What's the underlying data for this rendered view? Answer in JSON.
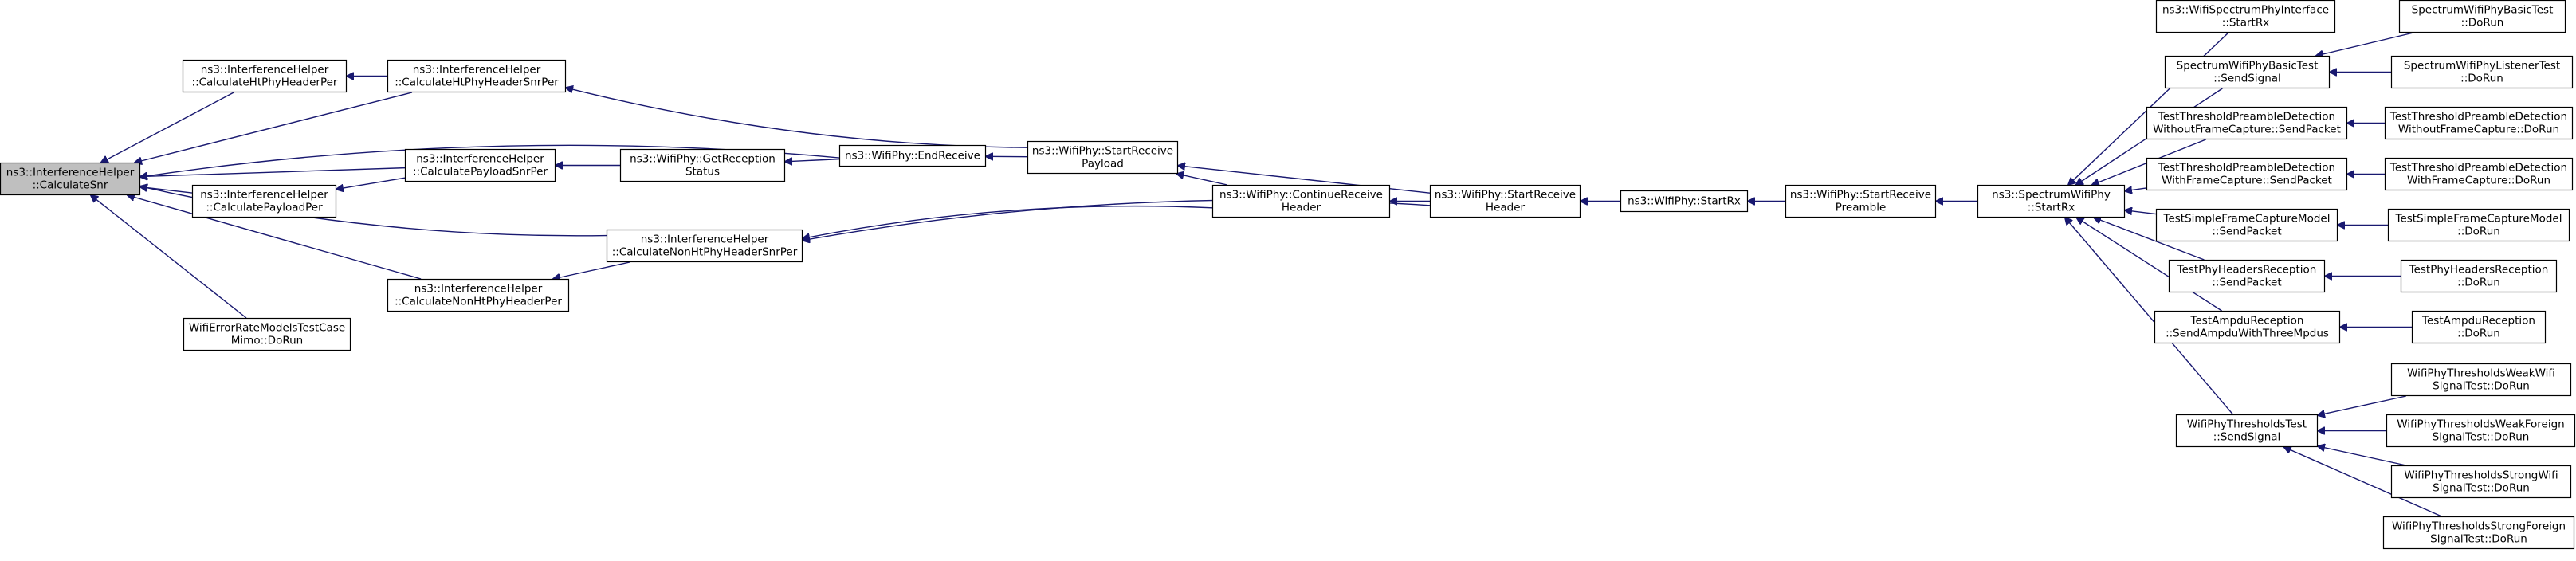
{
  "graph": {
    "title": "",
    "nodes": [
      {
        "id": "calc_snr",
        "lines": [
          "ns3::InterferenceHelper",
          "::CalculateSnr"
        ],
        "root": true
      },
      {
        "id": "calc_ht_phy_header_per",
        "lines": [
          "ns3::InterferenceHelper",
          "::CalculateHtPhyHeaderPer"
        ]
      },
      {
        "id": "calc_ht_phy_header_snr_per",
        "lines": [
          "ns3::InterferenceHelper",
          "::CalculateHtPhyHeaderSnrPer"
        ]
      },
      {
        "id": "calc_payload_snr_per",
        "lines": [
          "ns3::InterferenceHelper",
          "::CalculatePayloadSnrPer"
        ]
      },
      {
        "id": "calc_payload_per",
        "lines": [
          "ns3::InterferenceHelper",
          "::CalculatePayloadPer"
        ]
      },
      {
        "id": "get_reception_status",
        "lines": [
          "ns3::WifiPhy::GetReception",
          "Status"
        ]
      },
      {
        "id": "end_receive",
        "lines": [
          "ns3::WifiPhy::EndReceive"
        ]
      },
      {
        "id": "start_receive_payload",
        "lines": [
          "ns3::WifiPhy::StartReceive",
          "Payload"
        ]
      },
      {
        "id": "calc_non_ht_phy_header_snr_per",
        "lines": [
          "ns3::InterferenceHelper",
          "::CalculateNonHtPhyHeaderSnrPer"
        ]
      },
      {
        "id": "calc_non_ht_phy_header_per",
        "lines": [
          "ns3::InterferenceHelper",
          "::CalculateNonHtPhyHeaderPer"
        ]
      },
      {
        "id": "error_rate_mimo",
        "lines": [
          "WifiErrorRateModelsTestCase",
          "Mimo::DoRun"
        ]
      },
      {
        "id": "continue_receive_header",
        "lines": [
          "ns3::WifiPhy::ContinueReceive",
          "Header"
        ]
      },
      {
        "id": "start_receive_header",
        "lines": [
          "ns3::WifiPhy::StartReceive",
          "Header"
        ]
      },
      {
        "id": "start_rx",
        "lines": [
          "ns3::WifiPhy::StartRx"
        ]
      },
      {
        "id": "start_receive_preamble",
        "lines": [
          "ns3::WifiPhy::StartReceive",
          "Preamble"
        ]
      },
      {
        "id": "spectrum_start_rx",
        "lines": [
          "ns3::SpectrumWifiPhy",
          "::StartRx"
        ]
      },
      {
        "id": "spectrum_iface_start_rx",
        "lines": [
          "ns3::WifiSpectrumPhyInterface",
          "::StartRx"
        ]
      },
      {
        "id": "basic_send_signal",
        "lines": [
          "SpectrumWifiPhyBasicTest",
          "::SendSignal"
        ]
      },
      {
        "id": "basic_do_run",
        "lines": [
          "SpectrumWifiPhyBasicTest",
          "::DoRun"
        ]
      },
      {
        "id": "listener_do_run",
        "lines": [
          "SpectrumWifiPhyListenerTest",
          "::DoRun"
        ]
      },
      {
        "id": "without_fc_send",
        "lines": [
          "TestThresholdPreambleDetection",
          "WithoutFrameCapture::SendPacket"
        ]
      },
      {
        "id": "without_fc_run",
        "lines": [
          "TestThresholdPreambleDetection",
          "WithoutFrameCapture::DoRun"
        ]
      },
      {
        "id": "with_fc_send",
        "lines": [
          "TestThresholdPreambleDetection",
          "WithFrameCapture::SendPacket"
        ]
      },
      {
        "id": "with_fc_run",
        "lines": [
          "TestThresholdPreambleDetection",
          "WithFrameCapture::DoRun"
        ]
      },
      {
        "id": "simple_fc_send",
        "lines": [
          "TestSimpleFrameCaptureModel",
          "::SendPacket"
        ]
      },
      {
        "id": "simple_fc_run",
        "lines": [
          "TestSimpleFrameCaptureModel",
          "::DoRun"
        ]
      },
      {
        "id": "headers_send",
        "lines": [
          "TestPhyHeadersReception",
          "::SendPacket"
        ]
      },
      {
        "id": "headers_run",
        "lines": [
          "TestPhyHeadersReception",
          "::DoRun"
        ]
      },
      {
        "id": "ampdu_send",
        "lines": [
          "TestAmpduReception",
          "::SendAmpduWithThreeMpdus"
        ]
      },
      {
        "id": "ampdu_run",
        "lines": [
          "TestAmpduReception",
          "::DoRun"
        ]
      },
      {
        "id": "thresholds_send",
        "lines": [
          "WifiPhyThresholdsTest",
          "::SendSignal"
        ]
      },
      {
        "id": "weak_wifi",
        "lines": [
          "WifiPhyThresholdsWeakWifi",
          "SignalTest::DoRun"
        ]
      },
      {
        "id": "weak_foreign",
        "lines": [
          "WifiPhyThresholdsWeakForeign",
          "SignalTest::DoRun"
        ]
      },
      {
        "id": "strong_wifi",
        "lines": [
          "WifiPhyThresholdsStrongWifi",
          "SignalTest::DoRun"
        ]
      },
      {
        "id": "strong_foreign",
        "lines": [
          "WifiPhyThresholdsStrongForeign",
          "SignalTest::DoRun"
        ]
      }
    ],
    "edges": [
      [
        "calc_ht_phy_header_per",
        "calc_snr"
      ],
      [
        "calc_ht_phy_header_snr_per",
        "calc_snr"
      ],
      [
        "end_receive",
        "calc_snr"
      ],
      [
        "calc_payload_snr_per",
        "calc_snr"
      ],
      [
        "calc_payload_per",
        "calc_snr"
      ],
      [
        "calc_non_ht_phy_header_snr_per",
        "calc_snr"
      ],
      [
        "calc_non_ht_phy_header_per",
        "calc_snr"
      ],
      [
        "error_rate_mimo",
        "calc_snr"
      ],
      [
        "calc_ht_phy_header_snr_per",
        "calc_ht_phy_header_per"
      ],
      [
        "start_receive_payload",
        "calc_ht_phy_header_snr_per"
      ],
      [
        "get_reception_status",
        "calc_payload_snr_per"
      ],
      [
        "calc_payload_snr_per",
        "calc_payload_per"
      ],
      [
        "end_receive",
        "get_reception_status"
      ],
      [
        "start_receive_payload",
        "end_receive"
      ],
      [
        "continue_receive_header",
        "start_receive_payload"
      ],
      [
        "start_receive_header",
        "start_receive_payload"
      ],
      [
        "continue_receive_header",
        "calc_non_ht_phy_header_snr_per"
      ],
      [
        "start_receive_header",
        "calc_non_ht_phy_header_snr_per"
      ],
      [
        "calc_non_ht_phy_header_snr_per",
        "calc_non_ht_phy_header_per"
      ],
      [
        "start_receive_header",
        "continue_receive_header"
      ],
      [
        "start_rx",
        "start_receive_header"
      ],
      [
        "start_receive_preamble",
        "start_rx"
      ],
      [
        "spectrum_start_rx",
        "start_receive_preamble"
      ],
      [
        "spectrum_iface_start_rx",
        "spectrum_start_rx"
      ],
      [
        "basic_send_signal",
        "spectrum_start_rx"
      ],
      [
        "without_fc_send",
        "spectrum_start_rx"
      ],
      [
        "with_fc_send",
        "spectrum_start_rx"
      ],
      [
        "simple_fc_send",
        "spectrum_start_rx"
      ],
      [
        "headers_send",
        "spectrum_start_rx"
      ],
      [
        "ampdu_send",
        "spectrum_start_rx"
      ],
      [
        "thresholds_send",
        "spectrum_start_rx"
      ],
      [
        "basic_do_run",
        "basic_send_signal"
      ],
      [
        "listener_do_run",
        "basic_send_signal"
      ],
      [
        "without_fc_run",
        "without_fc_send"
      ],
      [
        "with_fc_run",
        "with_fc_send"
      ],
      [
        "simple_fc_run",
        "simple_fc_send"
      ],
      [
        "headers_run",
        "headers_send"
      ],
      [
        "ampdu_run",
        "ampdu_send"
      ],
      [
        "weak_wifi",
        "thresholds_send"
      ],
      [
        "weak_foreign",
        "thresholds_send"
      ],
      [
        "strong_wifi",
        "thresholds_send"
      ],
      [
        "strong_foreign",
        "thresholds_send"
      ]
    ],
    "colors": {
      "edge": "#191970",
      "root_fill": "#bfbfbf",
      "node_fill": "#ffffff",
      "node_border": "#000000"
    }
  }
}
